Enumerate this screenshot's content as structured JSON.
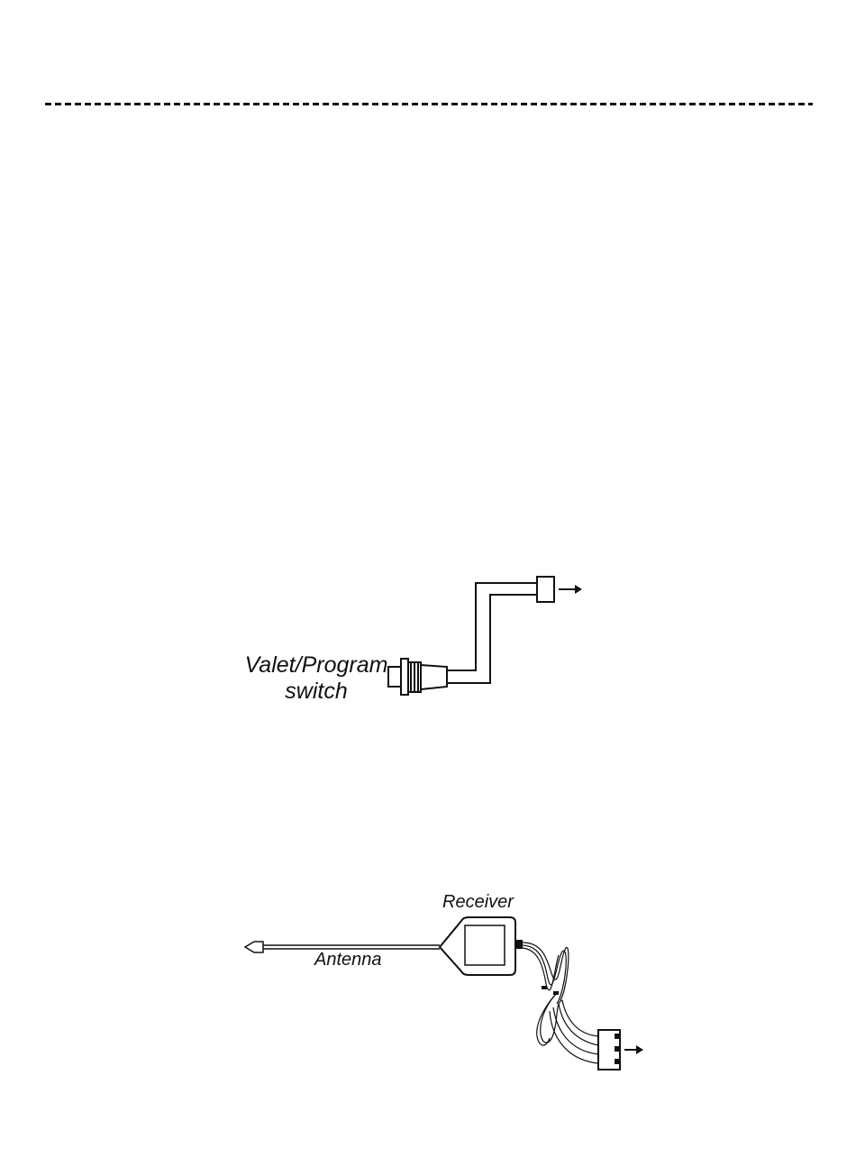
{
  "valet_switch": {
    "label_line1": "Valet/Program",
    "label_line2": "switch"
  },
  "receiver": {
    "receiver_label": "Receiver",
    "antenna_label": "Antenna"
  }
}
